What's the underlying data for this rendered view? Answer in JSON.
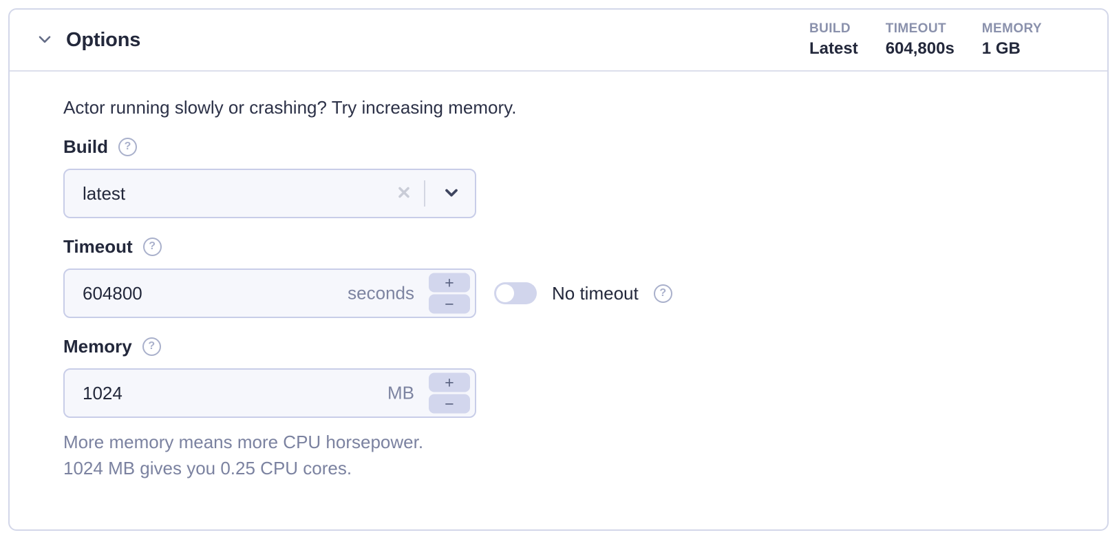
{
  "options": {
    "title": "Options",
    "summary": [
      {
        "label": "BUILD",
        "value": "Latest"
      },
      {
        "label": "TIMEOUT",
        "value": "604,800s"
      },
      {
        "label": "MEMORY",
        "value": "1 GB"
      }
    ],
    "intro": "Actor running slowly or crashing? Try increasing memory.",
    "build": {
      "label": "Build",
      "selected": "latest"
    },
    "timeout": {
      "label": "Timeout",
      "value": "604800",
      "unit": "seconds",
      "no_timeout_label": "No timeout",
      "toggle_state": "off"
    },
    "memory": {
      "label": "Memory",
      "value": "1024",
      "unit": "MB",
      "help_line1": "More memory means more CPU horsepower.",
      "help_line2": "1024 MB gives you 0.25 CPU cores."
    },
    "stepper": {
      "increment": "+",
      "decrement": "−"
    },
    "help_icon_glyph": "?"
  },
  "colors": {
    "panel_border": "#d3d7e9",
    "input_border": "#c8cde8",
    "input_bg": "#f6f7fc",
    "control_fill": "#d2d6ed",
    "dark_text": "#23283b",
    "muted_text": "#7d84a1",
    "summary_label": "#8a91ac",
    "help_icon": "#a9b0cb"
  }
}
